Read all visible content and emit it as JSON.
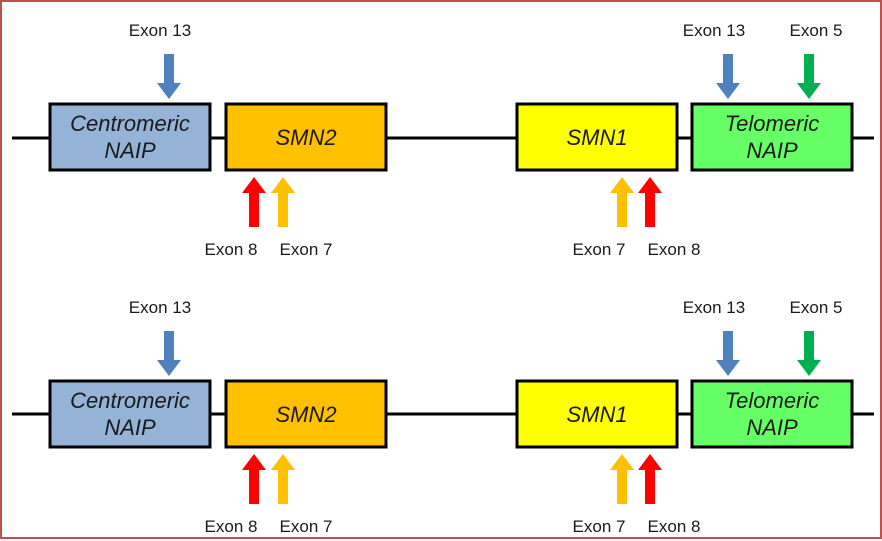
{
  "colors": {
    "border": "#c0504d",
    "line": "#000000",
    "blue_arrow": "#4f81bd",
    "green_arrow": "#00b050",
    "red_arrow": "#ff0000",
    "orange_arrow": "#ffc000",
    "naip_centromeric_fill": "#95b3d7",
    "smn2_fill": "#ffc000",
    "smn1_fill": "#ffff00",
    "naip_telomeric_fill": "#66ff66"
  },
  "diagrams": [
    {
      "genes": {
        "centromeric_naip": [
          "Centromeric",
          "NAIP"
        ],
        "smn2": "SMN2",
        "smn1": "SMN1",
        "telomeric_naip": [
          "Telomeric",
          "NAIP"
        ]
      },
      "labels": {
        "centromeric_naip_exon": "Exon 13",
        "telomeric_naip_exon13": "Exon 13",
        "telomeric_naip_exon5": "Exon 5",
        "smn2_exon8": "Exon 8",
        "smn2_exon7": "Exon 7",
        "smn1_exon7": "Exon 7",
        "smn1_exon8": "Exon 8"
      }
    },
    {
      "genes": {
        "centromeric_naip": [
          "Centromeric",
          "NAIP"
        ],
        "smn2": "SMN2",
        "smn1": "SMN1",
        "telomeric_naip": [
          "Telomeric",
          "NAIP"
        ]
      },
      "labels": {
        "centromeric_naip_exon": "Exon 13",
        "telomeric_naip_exon13": "Exon 13",
        "telomeric_naip_exon5": "Exon 5",
        "smn2_exon8": "Exon 8",
        "smn2_exon7": "Exon 7",
        "smn1_exon7": "Exon 7",
        "smn1_exon8": "Exon 8"
      }
    }
  ]
}
